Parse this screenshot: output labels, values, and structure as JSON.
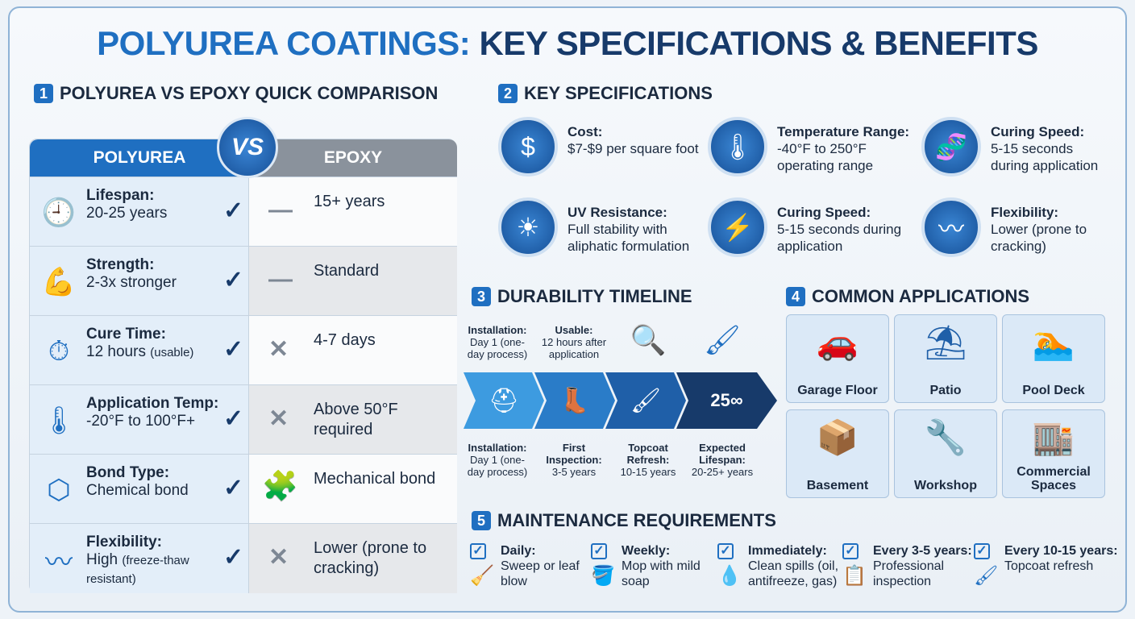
{
  "title": {
    "part1": "POLYUREA COATINGS:",
    "part2": "KEY SPECIFICATIONS & BENEFITS"
  },
  "colors": {
    "accent": "#1f6fc1",
    "navy": "#173a6a",
    "panel": "#e3eef9"
  },
  "section1": {
    "number": "1",
    "heading": "POLYUREA VS EPOXY QUICK COMPARISON",
    "col_left": "POLYUREA",
    "vs": "VS",
    "col_right": "EPOXY",
    "rows": [
      {
        "icon": "clock-calendar-icon",
        "label": "Lifespan:",
        "value": "20-25 years",
        "note": "",
        "epoxy_mark": "dash",
        "epoxy": "15+ years"
      },
      {
        "icon": "flexed-arm-icon",
        "label": "Strength:",
        "value": "2-3x stronger",
        "note": "",
        "epoxy_mark": "dash",
        "epoxy": "Standard"
      },
      {
        "icon": "stopwatch-icon",
        "label": "Cure Time:",
        "value": "12 hours",
        "note": "(usable)",
        "epoxy_mark": "x",
        "epoxy": "4-7 days"
      },
      {
        "icon": "thermometer-icon",
        "label": "Application Temp:",
        "value": "-20°F to 100°F+",
        "note": "",
        "epoxy_mark": "x",
        "epoxy": "Above 50°F required"
      },
      {
        "icon": "molecule-icon",
        "label": "Bond Type:",
        "value": "Chemical bond",
        "note": "",
        "epoxy_mark": "puzzle",
        "epoxy": "Mechanical bond"
      },
      {
        "icon": "spring-icon",
        "label": "Flexibility:",
        "value": "High",
        "note": "(freeze-thaw resistant)",
        "epoxy_mark": "x",
        "epoxy": "Lower (prone to cracking)"
      }
    ]
  },
  "section2": {
    "number": "2",
    "heading": "KEY SPECIFICATIONS",
    "items": [
      {
        "icon": "dollar-icon",
        "label": "Cost:",
        "value": "$7-$9 per square foot"
      },
      {
        "icon": "thermometer-icon",
        "label": "Temperature Range:",
        "value": "-40°F to 250°F operating range"
      },
      {
        "icon": "dna-icon",
        "label": "Curing Speed:",
        "value": "5-15 seconds during application"
      },
      {
        "icon": "sun-sunglasses-icon",
        "label": "UV Resistance:",
        "value": "Full stability with aliphatic formulation"
      },
      {
        "icon": "lightning-timer-icon",
        "label": "Curing Speed:",
        "value": "5-15 seconds during application"
      },
      {
        "icon": "spring-icon",
        "label": "Flexibility:",
        "value": "Lower (prone to cracking)"
      }
    ]
  },
  "section3": {
    "number": "3",
    "heading": "DURABILITY TIMELINE",
    "top": [
      {
        "label": "Installation:",
        "value": "Day 1 (one-day process)"
      },
      {
        "label": "Usable:",
        "value": "12 hours after application"
      },
      {
        "icon": "magnifier-icon"
      },
      {
        "icon": "paint-roller-icon"
      }
    ],
    "stages": [
      {
        "icon": "trowel-hardhat-icon"
      },
      {
        "icon": "boot-icon"
      },
      {
        "icon": "paint-roller-icon"
      },
      {
        "icon": "calendar-icon",
        "text": "25∞"
      }
    ],
    "bottom": [
      {
        "label": "Installation:",
        "value": "Day 1 (one-day process)"
      },
      {
        "label": "First Inspection:",
        "value": "3-5 years"
      },
      {
        "label": "Topcoat Refresh:",
        "value": "10-15 years"
      },
      {
        "label": "Expected Lifespan:",
        "value": "20-25+ years"
      }
    ]
  },
  "section4": {
    "number": "4",
    "heading": "COMMON APPLICATIONS",
    "items": [
      {
        "icon": "garage-icon",
        "label": "Garage Floor"
      },
      {
        "icon": "patio-umbrella-icon",
        "label": "Patio"
      },
      {
        "icon": "pool-icon",
        "label": "Pool Deck"
      },
      {
        "icon": "basement-stairs-icon",
        "label": "Basement"
      },
      {
        "icon": "workbench-icon",
        "label": "Workshop"
      },
      {
        "icon": "storefront-icon",
        "label": "Commercial Spaces"
      }
    ]
  },
  "section5": {
    "number": "5",
    "heading": "MAINTENANCE REQUIREMENTS",
    "items": [
      {
        "icon": "broom-icon",
        "label": "Daily:",
        "value": "Sweep or leaf blow"
      },
      {
        "icon": "mop-bucket-icon",
        "label": "Weekly:",
        "value": "Mop with mild soap"
      },
      {
        "icon": "spill-icon",
        "label": "Immediately:",
        "value": "Clean spills (oil, antifreeze, gas)"
      },
      {
        "icon": "clipboard-tools-icon",
        "label": "Every 3-5 years:",
        "value": "Professional inspection"
      },
      {
        "icon": "paint-roller-icon",
        "label": "Every 10-15 years:",
        "value": "Topcoat refresh"
      }
    ]
  }
}
